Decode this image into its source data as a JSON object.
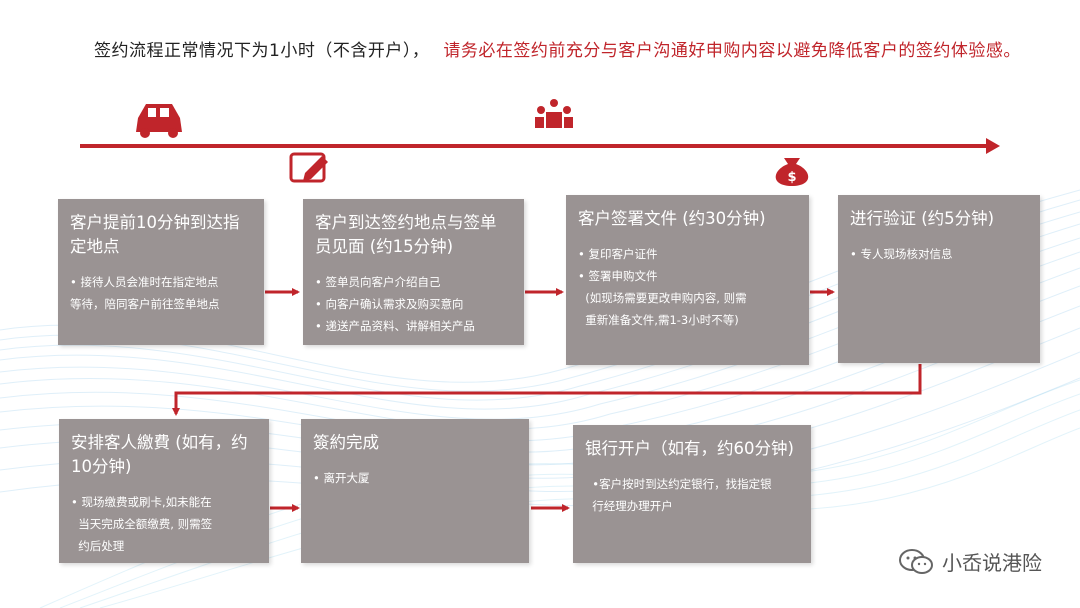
{
  "header": {
    "normal_text": "签约流程正常情况下为1小时（不含开户），",
    "warning_text": "请务必在签约前充分与客户沟通好申购内容以避免降低客户的签约体验感。"
  },
  "colors": {
    "accent": "#c0252b",
    "box_bg": "#9a9393",
    "box_text": "#ffffff"
  },
  "timeline_icons": [
    "car-icon",
    "meeting-icon",
    "edit-icon",
    "money-bag-icon"
  ],
  "steps": [
    {
      "title": "客户提前10分钟到达指定地点",
      "lines": [
        "• 接待人员会准时在指定地点",
        "等待，陪同客户前往签单地点"
      ]
    },
    {
      "title": "客户到达签约地点与签单员见面 (约15分钟)",
      "lines": [
        "• 签单员向客户介绍自己",
        "• 向客户确认需求及购买意向",
        "• 递送产品资料、讲解相关产品"
      ]
    },
    {
      "title": "客户签署文件 (约30分钟)",
      "lines": [
        "• 复印客户证件",
        "• 签署申购文件",
        "  (如现场需要更改申购内容, 则需",
        "  重新准备文件,需1-3小时不等)"
      ]
    },
    {
      "title": "进行验证 (约5分钟)",
      "lines": [
        "• 专人现场核对信息"
      ]
    },
    {
      "title": "安排客人繳費  (如有，约10分钟)",
      "lines": [
        "• 现场缴费或刷卡,如未能在",
        "  当天完成全额缴费, 则需签",
        "  约后处理"
      ]
    },
    {
      "title": "簽約完成",
      "lines": [
        "• 离开大厦"
      ]
    },
    {
      "title": "银行开户（如有，约60分钟)",
      "lines": [
        "  •客户按时到达约定银行，找指定银",
        "  行经理办理开户"
      ]
    }
  ],
  "watermark": {
    "text": "小岙说港险",
    "icon": "wechat-icon"
  }
}
